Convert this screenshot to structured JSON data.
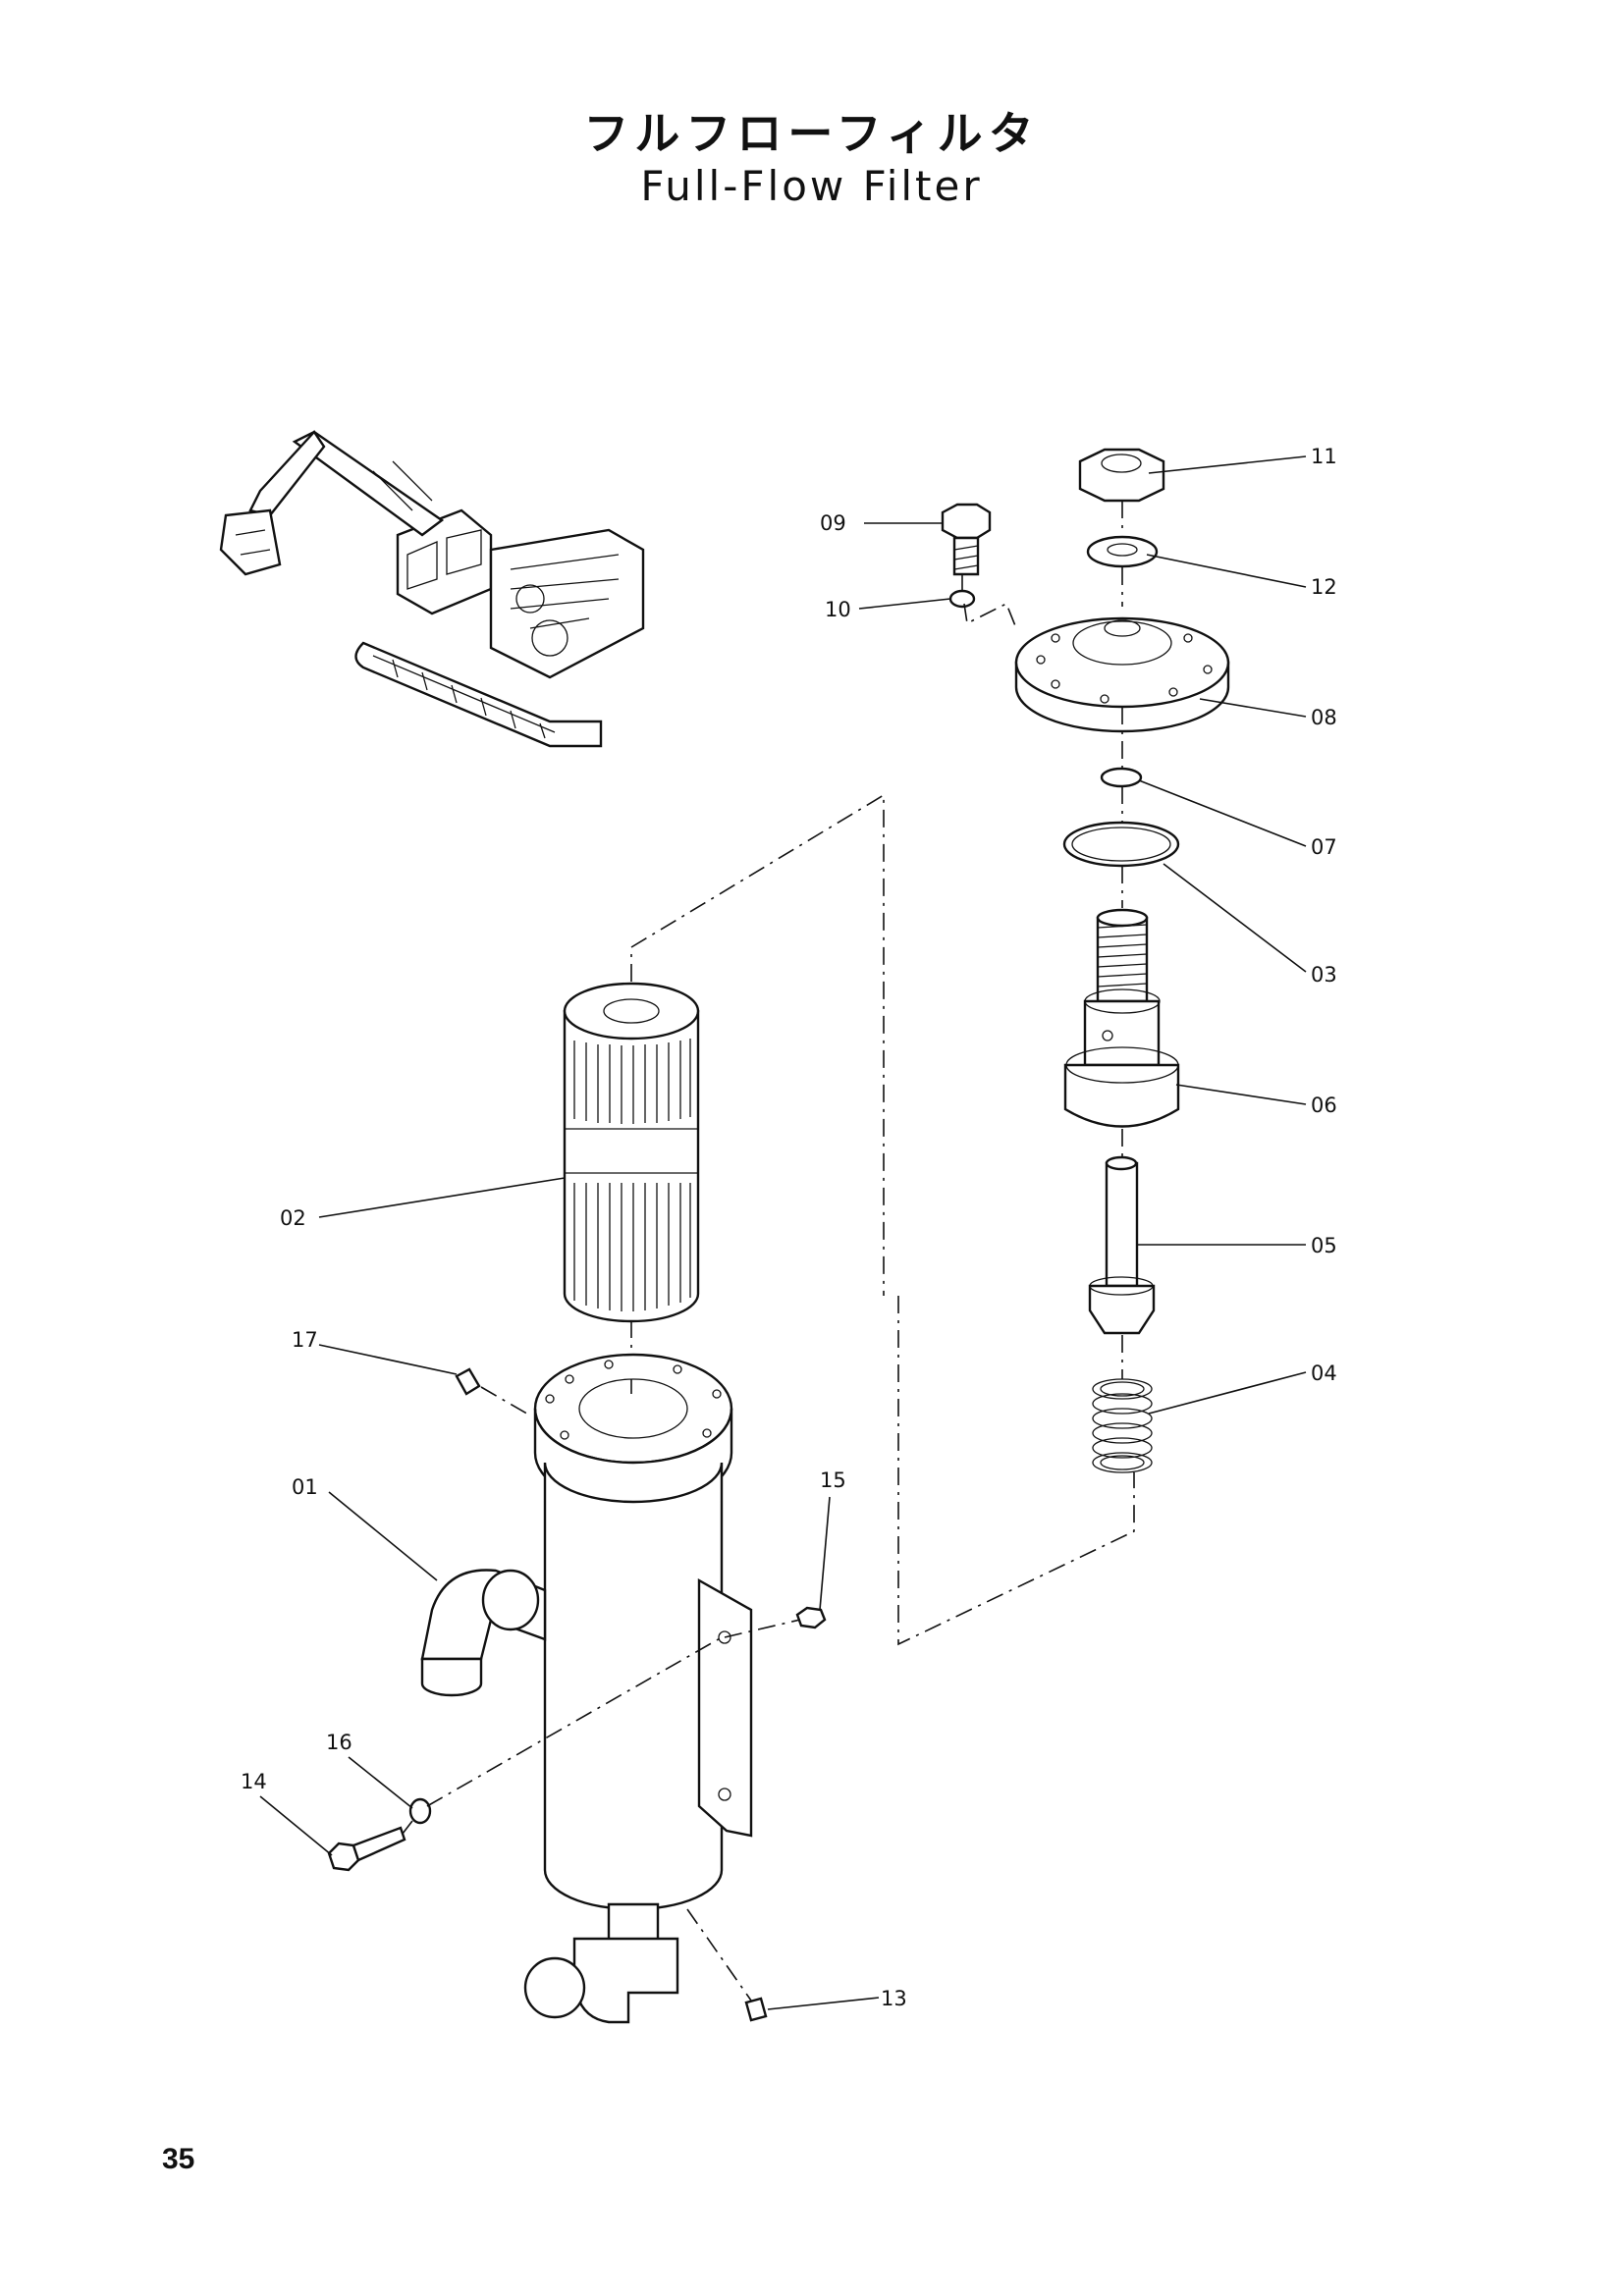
{
  "header": {
    "title_jp": "フルフローフィルタ",
    "title_en": "Full-Flow Filter"
  },
  "page_number": "35",
  "parts": {
    "01": "01",
    "02": "02",
    "03": "03",
    "04": "04",
    "05": "05",
    "06": "06",
    "07": "07",
    "08": "08",
    "09": "09",
    "10": "10",
    "11": "11",
    "12": "12",
    "13": "13",
    "14": "14",
    "15": "15",
    "16": "16",
    "17": "17"
  }
}
